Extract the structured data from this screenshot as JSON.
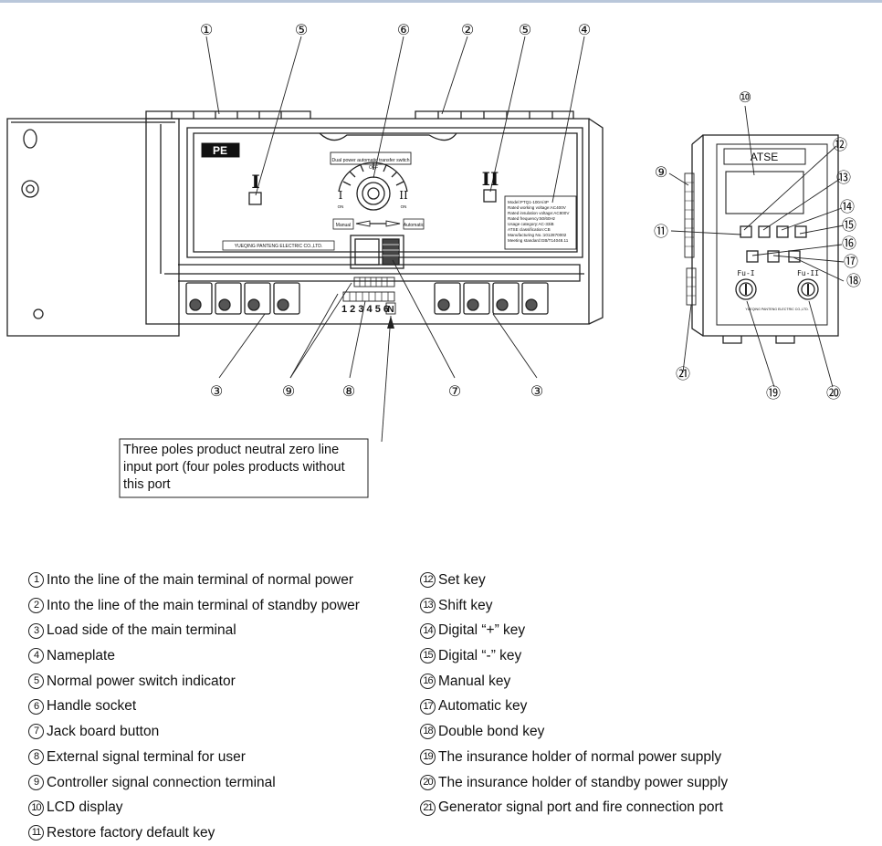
{
  "device": {
    "logo": "PE",
    "position_I": "I",
    "position_II": "II",
    "off_label": "OFF",
    "on_label": "ON",
    "switch_caption": "Dual power automatic transfer switch",
    "manual_label": "Manual",
    "automatic_label": "Automatic",
    "maker": "YUEQING PANTENG ELECTRIC CO.,LTD.",
    "nameplate_lines": [
      "Model:PTQ1-100A/4P",
      "Rated working voltage:AC400V",
      "Rated insulation voltage:AC800V",
      "Rated frequency:50/60Hz",
      "Usage category:AC-33iB",
      "ATSE classification:CB",
      "Manufacturing No.:1012870002",
      "Meeting standard:GB/T14048.11"
    ],
    "terminal_numbers": "1 2 3 4 5 6",
    "neutral_mark": "N"
  },
  "controller": {
    "title": "ATSE",
    "fuse_1": "Fu-I",
    "fuse_2": "Fu-II",
    "maker": "YUEQING PANTENG ELECTRIC CO.,LTD."
  },
  "callouts": {
    "c1": "①",
    "c2": "②",
    "c3": "③",
    "c4": "④",
    "c5": "⑤",
    "c6": "⑥",
    "c7": "⑦",
    "c8": "⑧",
    "c9": "⑨",
    "c10": "⑩",
    "c11": "⑪",
    "c12": "⑫",
    "c13": "⑬",
    "c14": "⑭",
    "c15": "⑮",
    "c16": "⑯",
    "c17": "⑰",
    "c18": "⑱",
    "c19": "⑲",
    "c20": "⑳",
    "c21": "㉑"
  },
  "neutral_note": "Three poles product neutral zero line input port (four poles products without this port",
  "legend_left": [
    {
      "num": "1",
      "text": "Into the line of the main terminal of normal power"
    },
    {
      "num": "2",
      "text": "Into the line of the main terminal of standby power"
    },
    {
      "num": "3",
      "text": "Load side of the main terminal"
    },
    {
      "num": "4",
      "text": "Nameplate"
    },
    {
      "num": "5",
      "text": "Normal power switch indicator"
    },
    {
      "num": "6",
      "text": "Handle socket"
    },
    {
      "num": "7",
      "text": "Jack board button"
    },
    {
      "num": "8",
      "text": "External signal terminal for user"
    },
    {
      "num": "9",
      "text": "Controller signal connection terminal"
    },
    {
      "num": "10",
      "text": "LCD display"
    },
    {
      "num": "11",
      "text": "Restore factory default key"
    }
  ],
  "legend_right": [
    {
      "num": "12",
      "text": "Set key"
    },
    {
      "num": "13",
      "text": "Shift key"
    },
    {
      "num": "14",
      "text": "Digital “+” key"
    },
    {
      "num": "15",
      "text": "Digital “-” key"
    },
    {
      "num": "16",
      "text": "Manual key"
    },
    {
      "num": "17",
      "text": "Automatic key"
    },
    {
      "num": "18",
      "text": "Double bond key"
    },
    {
      "num": "19",
      "text": "The insurance holder of normal power supply"
    },
    {
      "num": "20",
      "text": "The insurance holder of standby power supply"
    },
    {
      "num": "21",
      "text": "Generator signal port and fire connection port"
    }
  ]
}
